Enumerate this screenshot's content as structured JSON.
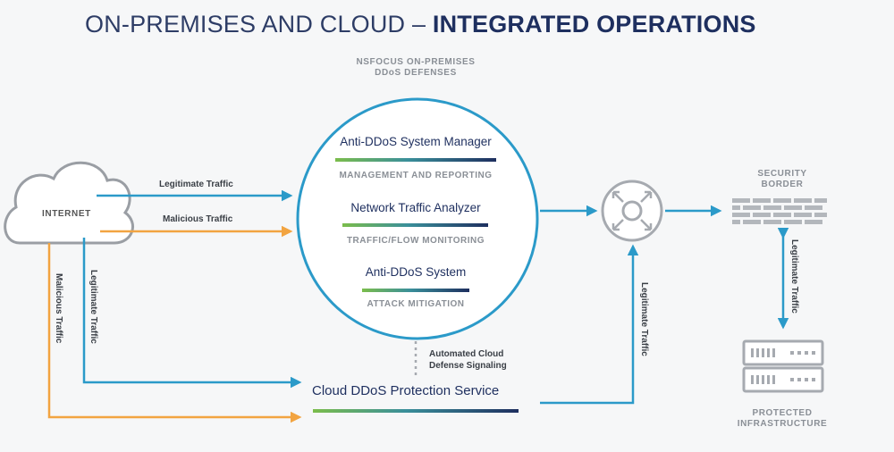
{
  "title": {
    "light": "ON-PREMISES AND CLOUD – ",
    "bold": "INTEGRATED OPERATIONS"
  },
  "onprem": {
    "caption_line1": "NSFOCUS ON-PREMISES",
    "caption_line2": "DDoS DEFENSES",
    "components": [
      {
        "name": "Anti-DDoS System Manager",
        "sub": "MANAGEMENT AND REPORTING"
      },
      {
        "name": "Network Traffic Analyzer",
        "sub": "TRAFFIC/FLOW MONITORING"
      },
      {
        "name": "Anti-DDoS System",
        "sub": "ATTACK MITIGATION"
      }
    ]
  },
  "internet": {
    "label": "INTERNET"
  },
  "flows": {
    "legit_top": "Legitimate Traffic",
    "malicious_top": "Malicious Traffic",
    "legit_down": "Legitimate Traffic",
    "malicious_down": "Malicious Traffic",
    "legit_up": "Legitimate Traffic",
    "legit_border": "Legitimate Traffic"
  },
  "signaling": {
    "line1": "Automated Cloud",
    "line2": "Defense Signaling"
  },
  "cloud_service": {
    "label": "Cloud DDoS Protection Service"
  },
  "security_border": {
    "line1": "SECURITY",
    "line2": "BORDER"
  },
  "protected": {
    "line1": "PROTECTED",
    "line2": "INFRASTRUCTURE"
  },
  "colors": {
    "blue": "#2b9ac9",
    "orange": "#f2a441",
    "navy": "#1e2f5f",
    "green": "#7bbd4c",
    "gray": "#a6aab0"
  }
}
